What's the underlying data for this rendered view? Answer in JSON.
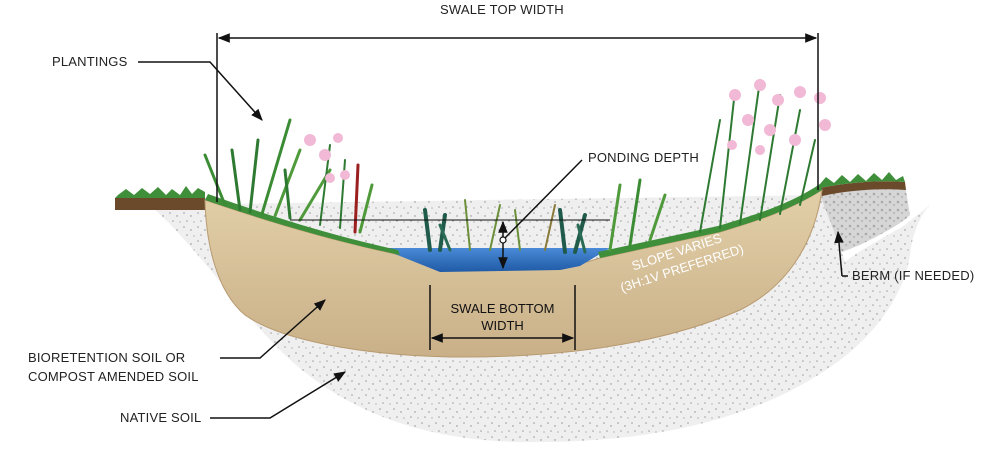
{
  "labels": {
    "top_width": "SWALE TOP WIDTH",
    "plantings": "PLANTINGS",
    "ponding_depth": "PONDING DEPTH",
    "slope_line1": "SLOPE VARIES",
    "slope_line2": "(3H:1V PREFERRED)",
    "bottom_width_line1": "SWALE BOTTOM",
    "bottom_width_line2": "WIDTH",
    "berm": "BERM (IF NEEDED)",
    "bioretention_line1": "BIORETENTION SOIL OR",
    "bioretention_line2": "COMPOST AMENDED SOIL",
    "native_soil": "NATIVE SOIL"
  },
  "colors": {
    "native_soil": "#ebebeb",
    "amended_soil": "#d9c49c",
    "water": "#2f6fbf",
    "grass": "#3f8f3a",
    "topsoil": "#6b4a2b",
    "gravel": "#cfcfcf",
    "flower": "#f2b9d6",
    "line": "#111111"
  }
}
